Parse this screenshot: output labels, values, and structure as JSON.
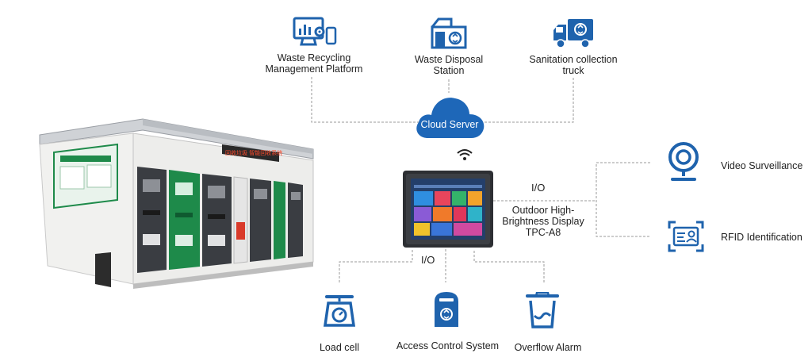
{
  "nodes": {
    "platform": {
      "label_line1": "Waste Recycling",
      "label_line2": "Management Platform"
    },
    "station": {
      "label_line1": "Waste Disposal",
      "label_line2": "Station"
    },
    "truck": {
      "label_line1": "Sanitation collection",
      "label_line2": "truck"
    },
    "cloud": {
      "label": "Cloud Server"
    },
    "display": {
      "line1": "Outdoor High-",
      "line2": "Brightness Display",
      "line3": "TPC-A8"
    },
    "io_right": "I/O",
    "io_bottom": "I/O",
    "video": {
      "label": "Video Surveillance"
    },
    "rfid": {
      "label": "RFID Identification"
    },
    "loadcell": {
      "label": "Load cell"
    },
    "access": {
      "label": "Access Control System"
    },
    "overflow": {
      "label": "Overflow Alarm"
    }
  },
  "kiosk": {
    "sign_text": "回收垃圾  智能回收系统"
  },
  "colors": {
    "icon_blue": "#1f63ad",
    "cloud_blue": "#1e67b8",
    "line_gray": "#9a9a9a",
    "kiosk_green": "#1e8a4a",
    "kiosk_dark": "#3a3d42"
  }
}
